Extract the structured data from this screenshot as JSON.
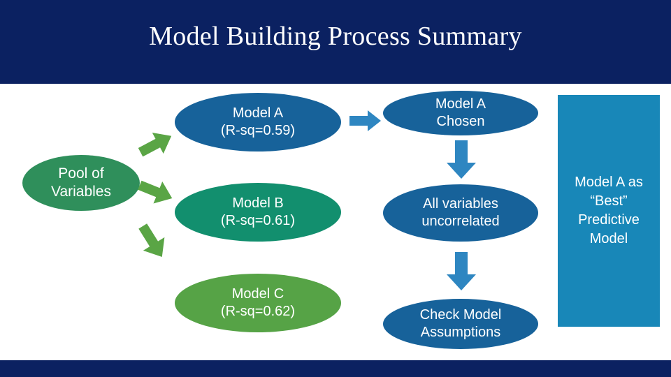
{
  "slide": {
    "title": "Model Building Process Summary",
    "header_color": "#0b2161",
    "background_color": "#ffffff"
  },
  "nodes": {
    "pool": {
      "line1": "Pool of",
      "line2": "Variables",
      "color": "#2f8f5b"
    },
    "model_a": {
      "line1": "Model A",
      "line2": "(R-sq=0.59)",
      "color": "#17629a"
    },
    "model_b": {
      "line1": "Model B",
      "line2": "(R-sq=0.61)",
      "color": "#128f6e"
    },
    "model_c": {
      "line1": "Model C",
      "line2": "(R-sq=0.62)",
      "color": "#56a346"
    },
    "chosen": {
      "line1": "Model A",
      "line2": "Chosen",
      "color": "#17629a"
    },
    "uncorrelated": {
      "line1": "All variables",
      "line2": "uncorrelated",
      "color": "#17629a"
    },
    "assumptions": {
      "line1": "Check Model",
      "line2": "Assumptions",
      "color": "#17629a"
    },
    "best_model": {
      "line1": "Model A as",
      "line2": "“Best”",
      "line3": "Predictive",
      "line4": "Model",
      "color": "#1887b8"
    }
  },
  "arrows": {
    "pool_to_a": {
      "name": "arrow-pool-to-model-a",
      "color": "#5aa545",
      "direction": "up-right"
    },
    "pool_to_b": {
      "name": "arrow-pool-to-model-b",
      "color": "#5aa545",
      "direction": "down-right"
    },
    "pool_to_c": {
      "name": "arrow-pool-to-model-c",
      "color": "#5aa545",
      "direction": "down-right"
    },
    "a_to_chosen": {
      "name": "arrow-model-a-to-chosen",
      "color": "#2e86c1",
      "direction": "right"
    },
    "chosen_to_uncorr": {
      "name": "arrow-chosen-to-uncorrelated",
      "color": "#2e86c1",
      "direction": "down"
    },
    "uncorr_to_assump": {
      "name": "arrow-uncorrelated-to-assumptions",
      "color": "#2e86c1",
      "direction": "down"
    }
  }
}
